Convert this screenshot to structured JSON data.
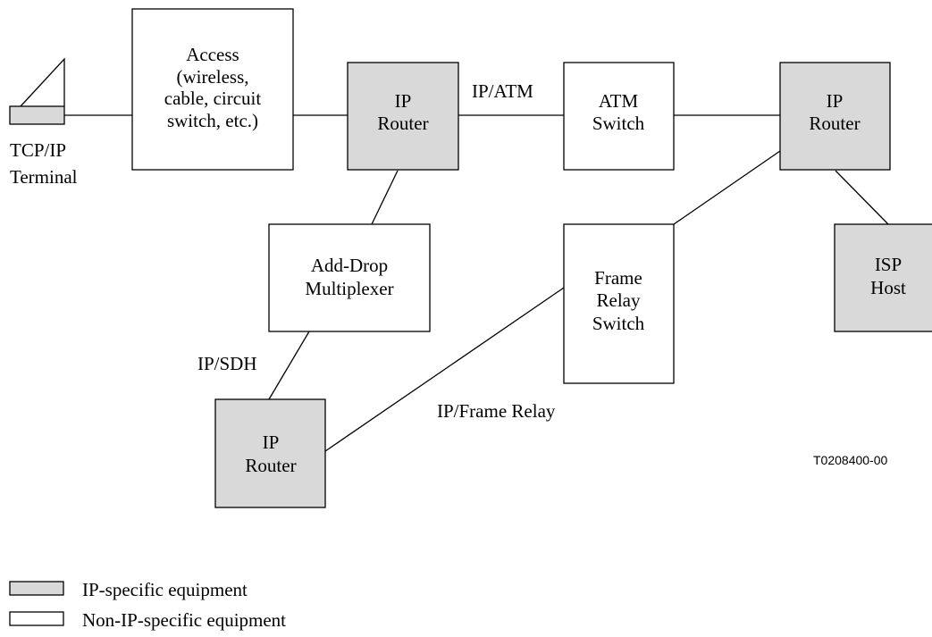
{
  "colors": {
    "ip_fill": "#d9d9d9",
    "non_ip_fill": "#ffffff",
    "stroke": "#000000"
  },
  "nodes": {
    "terminal": {
      "line1": "TCP/IP",
      "line2": "Terminal"
    },
    "access": {
      "line1": "Access",
      "line2": "(wireless,",
      "line3": "cable, circuit",
      "line4": "switch, etc.)"
    },
    "router1": {
      "line1": "IP",
      "line2": "Router"
    },
    "atm_switch": {
      "line1": "ATM",
      "line2": "Switch"
    },
    "router2": {
      "line1": "IP",
      "line2": "Router"
    },
    "adm": {
      "line1": "Add-Drop",
      "line2": "Multiplexer"
    },
    "fr_switch": {
      "line1": "Frame",
      "line2": "Relay",
      "line3": "Switch"
    },
    "isp_host": {
      "line1": "ISP",
      "line2": "Host"
    },
    "router3": {
      "line1": "IP",
      "line2": "Router"
    }
  },
  "links": {
    "ip_atm": "IP/ATM",
    "ip_sdh": "IP/SDH",
    "ip_frame_relay": "IP/Frame Relay"
  },
  "figure_code": "T0208400-00",
  "legend": {
    "ip_specific": "IP-specific equipment",
    "non_ip_specific": "Non-IP-specific equipment"
  }
}
